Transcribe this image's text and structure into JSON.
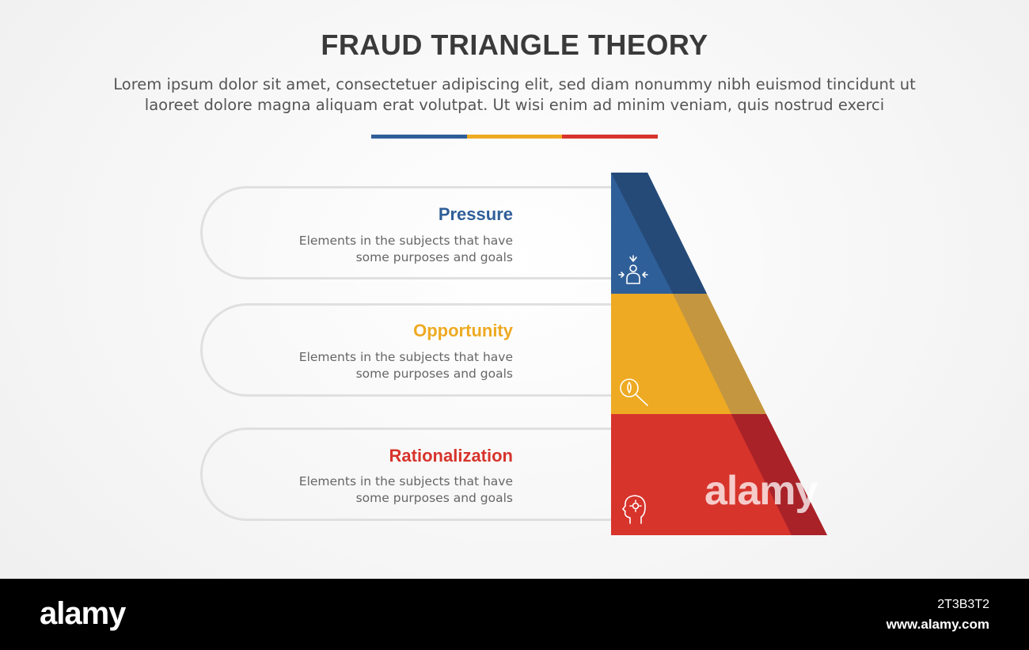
{
  "title": "FRAUD TRIANGLE THEORY",
  "subtitle_line1": "Lorem ipsum dolor sit amet, consectetuer adipiscing elit, sed diam nonummy nibh euismod tincidunt ut",
  "subtitle_line2": "laoreet dolore magna aliquam erat volutpat. Ut wisi enim ad minim veniam, quis nostrud exerci",
  "colors": {
    "blue": "#2f5f98",
    "yellow": "#eeaa22",
    "red": "#d7342c",
    "blue_dark": "#254a78",
    "yellow_dark": "#c49640",
    "red_dark": "#a82228"
  },
  "items": [
    {
      "label": "Pressure",
      "desc_line1": "Elements in the subjects that have",
      "desc_line2": "some purposes and goals",
      "icon": "pressure-person-icon",
      "color": "#2f5f98"
    },
    {
      "label": "Opportunity",
      "desc_line1": "Elements in the subjects that have",
      "desc_line2": "some purposes and goals",
      "icon": "magnifier-search-icon",
      "color": "#eeaa22"
    },
    {
      "label": "Rationalization",
      "desc_line1": "Elements in the subjects that have",
      "desc_line2": "some purposes and goals",
      "icon": "head-gear-icon",
      "color": "#d7342c"
    }
  ],
  "footer": {
    "brand": "alamy",
    "image_id": "2T3B3T2",
    "url": "www.alamy.com"
  },
  "watermark": "alamy"
}
